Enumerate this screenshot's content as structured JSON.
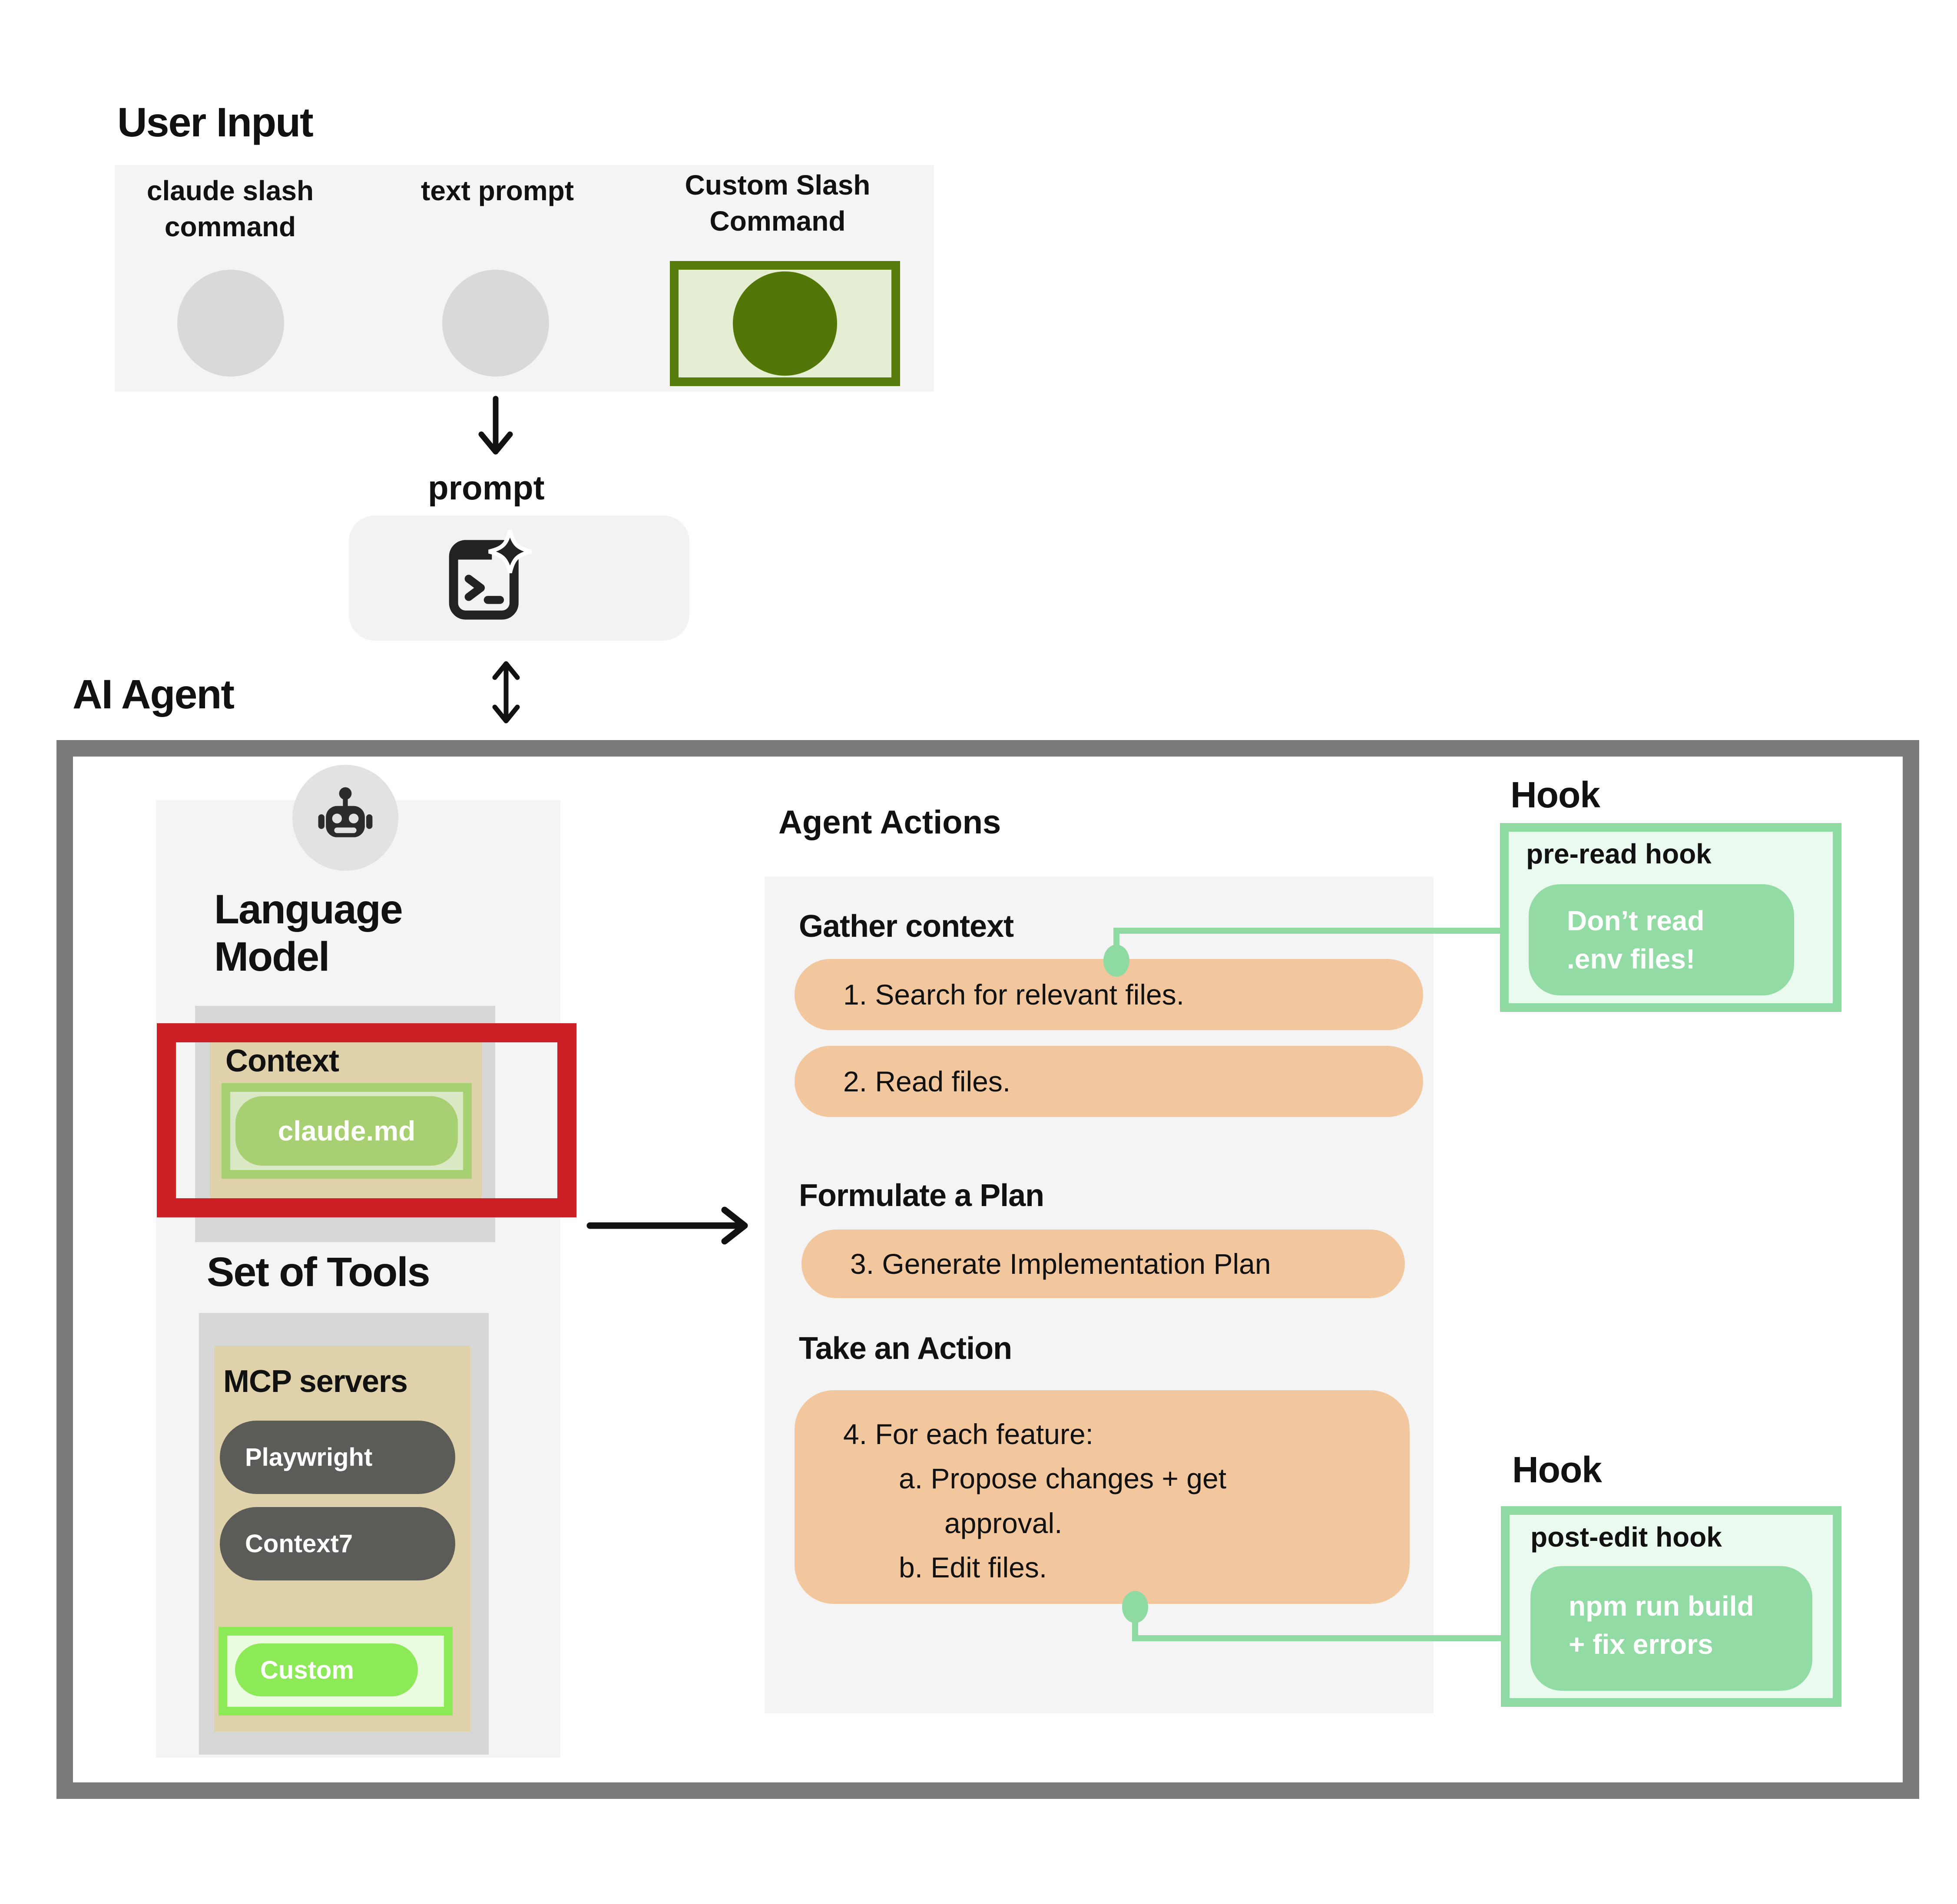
{
  "colors": {
    "panel": "#f4f4f5",
    "container-gray": "#d7d7d7",
    "circle-gray": "#d9d9d9",
    "robot-gray": "#e2e2e2",
    "tan": "#dfd1a9",
    "red": "#cd2026",
    "frame-gray": "#7a7a7a",
    "olive": "#567d0b",
    "olive-dark": "#527708",
    "olive-light": "#e5edd2",
    "green-muted": "#a6d071",
    "green-muted-light": "#dbe8c6",
    "green-bright": "#8cea57",
    "green-bright-light": "#ebfbdf",
    "hook-green": "#8fd9a2",
    "hook-green-fill": "#92dba4",
    "hook-green-light": "#eafaef",
    "orange": "#f2c79e",
    "dark-pill": "#5b5b57",
    "ink": "#111111"
  },
  "user_input": {
    "title": "User Input",
    "option1_label": "claude slash command",
    "option2_label": "text prompt",
    "option3_label": "Custom Slash Command",
    "prompt_label": "prompt"
  },
  "agent": {
    "title": "AI Agent",
    "lm_title": "Language Model",
    "context_title": "Context",
    "context_file": "claude.md",
    "tools_title": "Set of Tools",
    "mcp_title": "MCP servers",
    "server1": "Playwright",
    "server2": "Context7",
    "server3": "Custom"
  },
  "actions": {
    "title": "Agent Actions",
    "gather_heading": "Gather context",
    "step1": "1. Search for relevant files.",
    "step2": "2. Read files.",
    "plan_heading": "Formulate a Plan",
    "step3": "3. Generate Implementation Plan",
    "act_heading": "Take an Action",
    "step4_line1": "4. For each feature:",
    "step4_line2": "a. Propose changes + get",
    "step4_line3": "approval.",
    "step4_line4": "b. Edit files."
  },
  "hooks": {
    "top_title": "Hook",
    "top_name": "pre-read hook",
    "top_cmd_line1": "Don’t read",
    "top_cmd_line2": ".env files!",
    "bottom_title": "Hook",
    "bottom_name": "post-edit hook",
    "bottom_cmd_line1": "npm run build",
    "bottom_cmd_line2": "+ fix errors"
  }
}
